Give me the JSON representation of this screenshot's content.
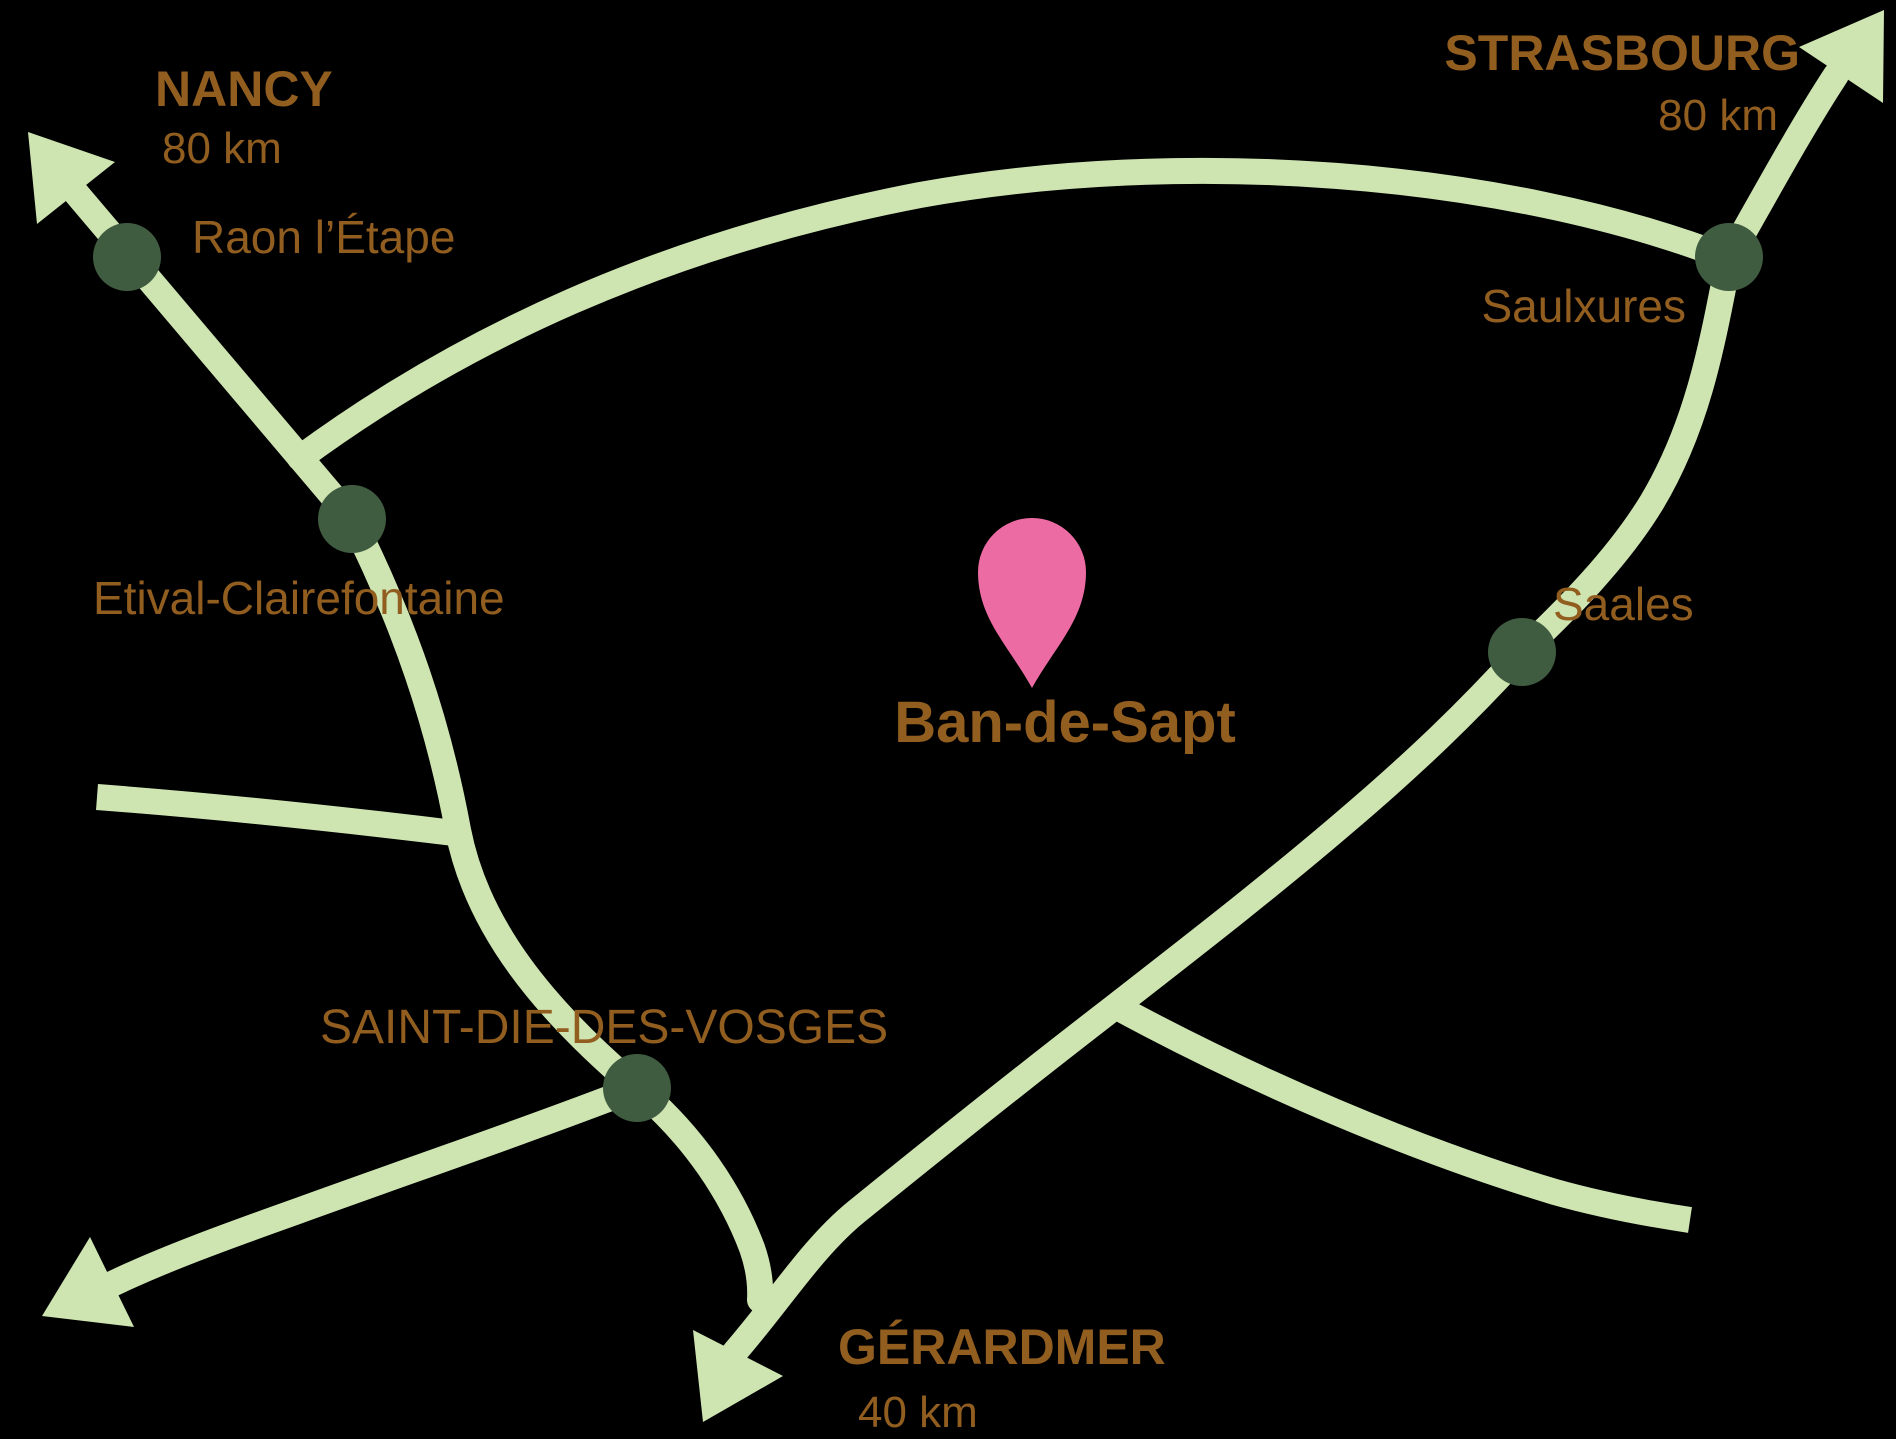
{
  "colors": {
    "background": "#000000",
    "road": "#cee5b2",
    "town_dot": "#3f5b40",
    "label": "#925e20",
    "pin": "#ed6ba3"
  },
  "pin": {
    "label": "Ban-de-Sapt"
  },
  "destinations": {
    "nancy": {
      "name": "NANCY",
      "distance": "80 km"
    },
    "strasbourg": {
      "name": "STRASBOURG",
      "distance": "80 km"
    },
    "gerardmer": {
      "name": "GÉRARDMER",
      "distance": "40 km"
    }
  },
  "towns": {
    "raon_l_etape": {
      "name": "Raon l’Étape"
    },
    "saulxures": {
      "name": "Saulxures"
    },
    "etival_clairefontaine": {
      "name": "Etival-Clairefontaine"
    },
    "saales": {
      "name": "Saales"
    },
    "saint_die_des_vosges": {
      "name": "SAINT-DIE-DES-VOSGES"
    }
  }
}
